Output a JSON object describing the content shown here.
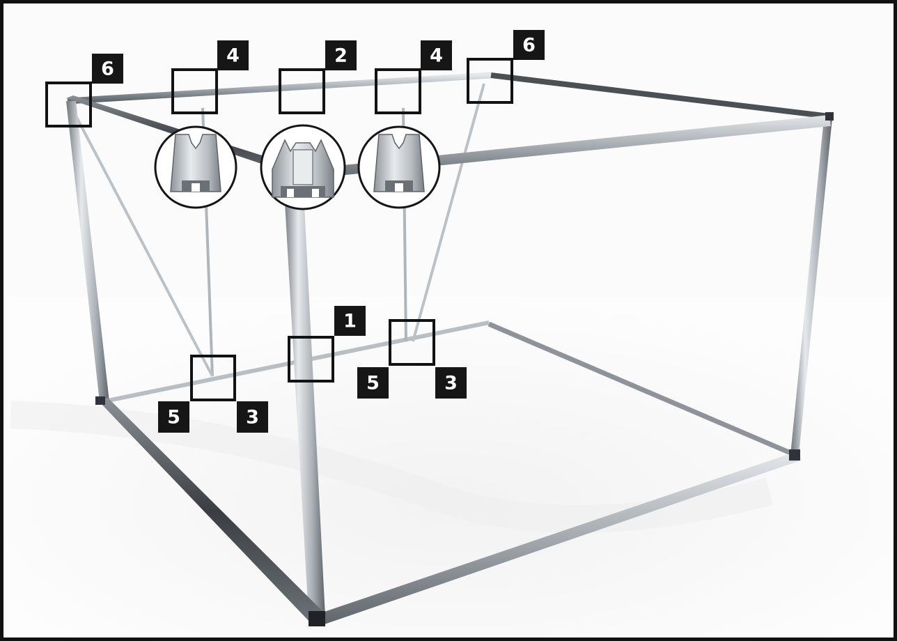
{
  "diagram": {
    "callouts": [
      {
        "id": "callout-6-left",
        "label": "6",
        "profile": "none"
      },
      {
        "id": "callout-4-left",
        "label": "4",
        "profile": "single-groove"
      },
      {
        "id": "callout-2",
        "label": "2",
        "profile": "double-groove"
      },
      {
        "id": "callout-4-right",
        "label": "4",
        "profile": "single-groove"
      },
      {
        "id": "callout-6-right",
        "label": "6",
        "profile": "none"
      },
      {
        "id": "callout-1",
        "label": "1",
        "profile": "none"
      },
      {
        "id": "callout-5-left",
        "label": "5",
        "profile": "none"
      },
      {
        "id": "callout-3-left",
        "label": "3",
        "profile": "none"
      },
      {
        "id": "callout-5-right",
        "label": "5",
        "profile": "none"
      },
      {
        "id": "callout-3-right",
        "label": "3",
        "profile": "none"
      }
    ]
  },
  "colors": {
    "frame_border": "#111111",
    "background": "#fbfbfb",
    "aluminium_light": "#dcdfe2",
    "aluminium_mid": "#a7adb2",
    "aluminium_dark": "#4a4f54",
    "marker_fill": "#161616",
    "marker_text": "#ffffff"
  }
}
